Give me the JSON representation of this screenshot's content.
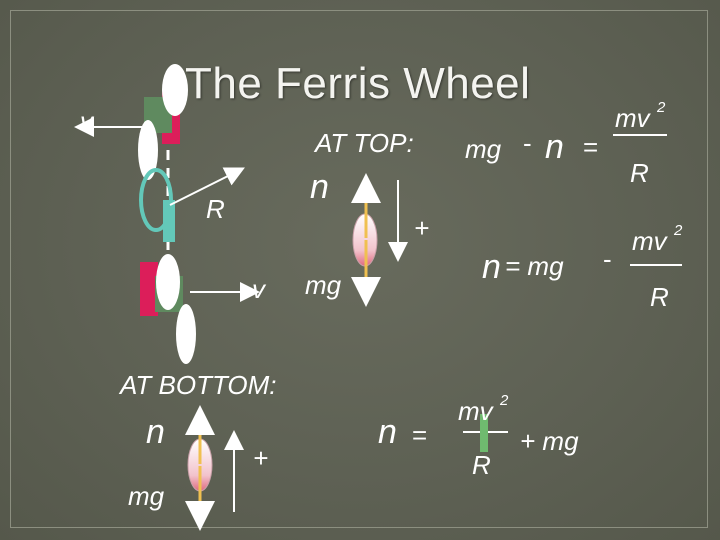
{
  "title": "The Ferris Wheel",
  "top": {
    "heading": "AT TOP:",
    "v": "v",
    "n": "n",
    "R": "R",
    "plus": "+",
    "eq1": {
      "mg": "mg",
      "minus": "-",
      "n": "n",
      "equals": "=",
      "num": "mv",
      "exp": "2",
      "den": "R"
    },
    "eq2": {
      "n": "n",
      "rhs": "= mg",
      "minus": "-",
      "num": "mv",
      "exp": "2",
      "den": "R"
    }
  },
  "middle": {
    "v": "v",
    "mg": "mg"
  },
  "bottom": {
    "heading": "AT BOTTOM:",
    "n": "n",
    "plus": "+",
    "mg": "mg",
    "eq": {
      "n": "n",
      "equals": "=",
      "num": "mv",
      "exp": "2",
      "den": "R",
      "rest": "+  mg"
    }
  },
  "colors": {
    "pink": "#dc1e5a",
    "green": "#5f8a5f",
    "teal": "#63c8b9",
    "arrow": "#f0c050",
    "white": "#ffffff"
  }
}
